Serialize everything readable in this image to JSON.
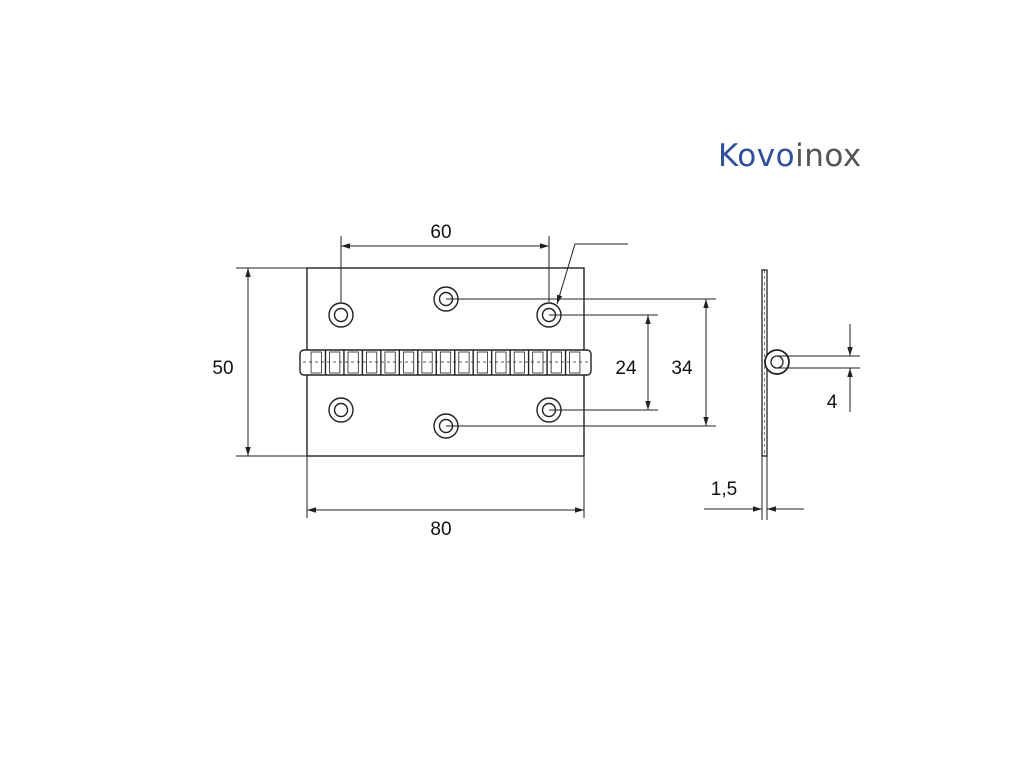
{
  "logo": {
    "part1": "Kovo",
    "part2": "inox",
    "color1": "#2f4f9e",
    "color2": "#555555"
  },
  "dimensions": {
    "hole_spacing_horizontal": "60",
    "overall_height": "50",
    "hole_spacing_inner": "24",
    "hole_spacing_outer": "34",
    "overall_width": "80",
    "pin_diameter": "4",
    "thickness": "1,5"
  },
  "colors": {
    "line": "#222222",
    "fill": "#ffffff"
  }
}
